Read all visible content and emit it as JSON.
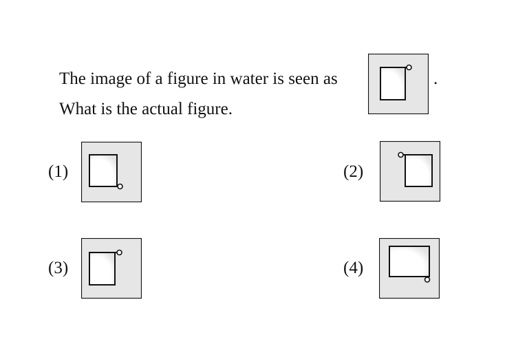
{
  "question": {
    "line1": "The image of a figure in water is seen as",
    "line1_end": ".",
    "line2": "What is the actual figure."
  },
  "options": [
    {
      "label": "(1)"
    },
    {
      "label": "(2)"
    },
    {
      "label": "(3)"
    },
    {
      "label": "(4)"
    }
  ],
  "colors": {
    "frame_fill": "#e6e6e6",
    "stroke": "#111111",
    "inner_fill": "#ffffff"
  }
}
